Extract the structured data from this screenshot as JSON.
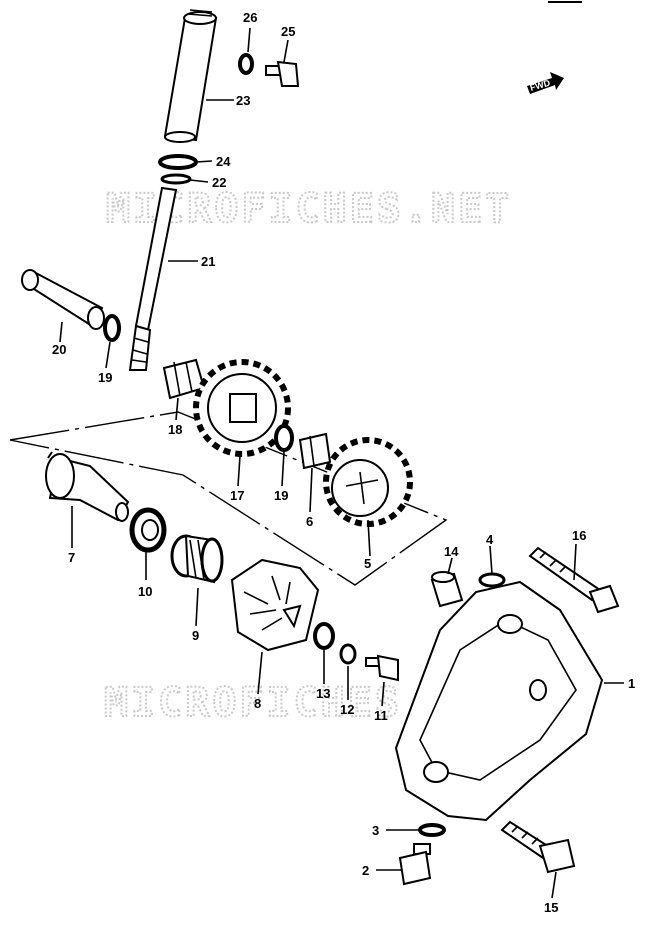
{
  "watermark": "MICROFICHES.NET",
  "fwd_label": "FWD",
  "callouts": [
    {
      "id": "c26",
      "label": "26"
    },
    {
      "id": "c25",
      "label": "25"
    },
    {
      "id": "c23",
      "label": "23"
    },
    {
      "id": "c24",
      "label": "24"
    },
    {
      "id": "c22",
      "label": "22"
    },
    {
      "id": "c21",
      "label": "21"
    },
    {
      "id": "c20",
      "label": "20"
    },
    {
      "id": "c19a",
      "label": "19"
    },
    {
      "id": "c18",
      "label": "18"
    },
    {
      "id": "c17",
      "label": "17"
    },
    {
      "id": "c19b",
      "label": "19"
    },
    {
      "id": "c6",
      "label": "6"
    },
    {
      "id": "c5",
      "label": "5"
    },
    {
      "id": "c7",
      "label": "7"
    },
    {
      "id": "c10",
      "label": "10"
    },
    {
      "id": "c9",
      "label": "9"
    },
    {
      "id": "c8",
      "label": "8"
    },
    {
      "id": "c13",
      "label": "13"
    },
    {
      "id": "c12",
      "label": "12"
    },
    {
      "id": "c11",
      "label": "11"
    },
    {
      "id": "c14",
      "label": "14"
    },
    {
      "id": "c4",
      "label": "4"
    },
    {
      "id": "c16",
      "label": "16"
    },
    {
      "id": "c1",
      "label": "1"
    },
    {
      "id": "c3",
      "label": "3"
    },
    {
      "id": "c2",
      "label": "2"
    },
    {
      "id": "c15",
      "label": "15"
    }
  ]
}
